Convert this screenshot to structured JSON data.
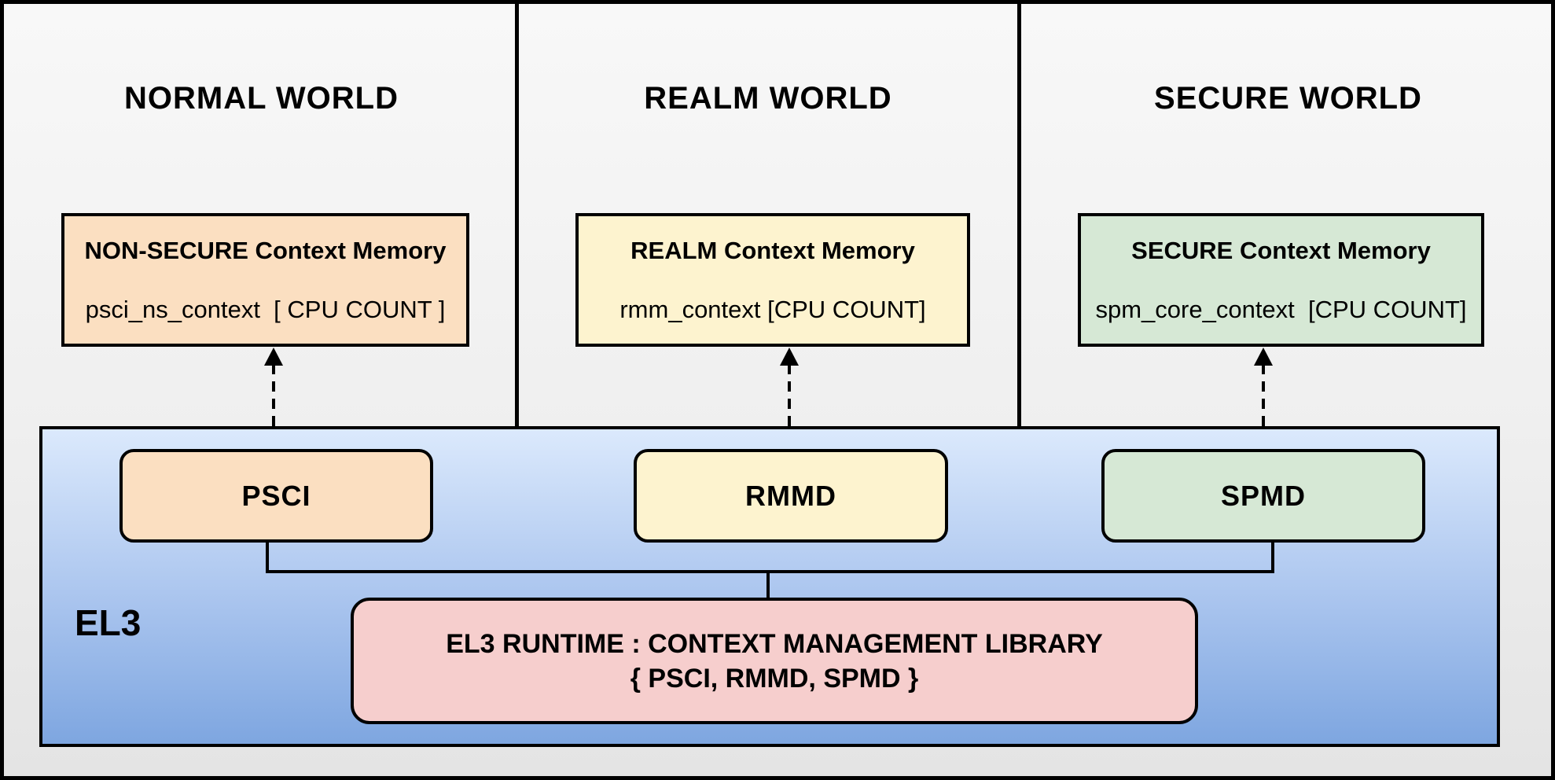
{
  "diagram": {
    "worlds": [
      {
        "title": "NORMAL WORLD",
        "memory": {
          "title": "NON-SECURE Context Memory",
          "subtitle": "psci_ns_context  [ CPU COUNT ]",
          "color": "#fbdfc1"
        },
        "module": {
          "label": "PSCI",
          "color": "#fbdfc1"
        }
      },
      {
        "title": "REALM WORLD",
        "memory": {
          "title": "REALM Context Memory",
          "subtitle": "rmm_context [CPU COUNT]",
          "color": "#fdf3cf"
        },
        "module": {
          "label": "RMMD",
          "color": "#fdf3cf"
        }
      },
      {
        "title": "SECURE WORLD",
        "memory": {
          "title": "SECURE Context Memory",
          "subtitle": "spm_core_context  [CPU COUNT]",
          "color": "#d6e8d5"
        },
        "module": {
          "label": "SPMD",
          "color": "#d6e8d5"
        }
      }
    ],
    "el3": {
      "label": "EL3",
      "runtime_line1": "EL3 RUNTIME : CONTEXT MANAGEMENT LIBRARY",
      "runtime_line2": "{ PSCI, RMMD, SPMD }",
      "color_top": "#dbe9fc",
      "color_bottom": "#7ea6e0",
      "runtime_color": "#f6cecd"
    },
    "stroke_color": "#000000",
    "background_color": "#efefef"
  }
}
